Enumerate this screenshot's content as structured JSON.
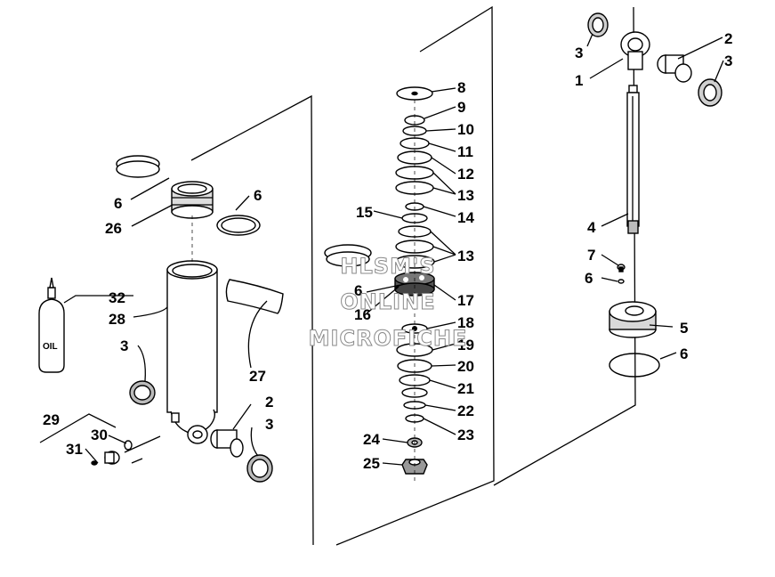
{
  "labels": {
    "l1": "1",
    "l2a": "2",
    "l3a": "3",
    "l3b": "3",
    "l4": "4",
    "l5": "5",
    "l6a": "6",
    "l6b": "6",
    "l7": "7",
    "l8": "8",
    "l9": "9",
    "l10": "10",
    "l11": "11",
    "l12": "12",
    "l13a": "13",
    "l13b": "13",
    "l14": "14",
    "l15": "15",
    "l6c": "6",
    "l16": "16",
    "l17": "17",
    "l18": "18",
    "l19": "19",
    "l20": "20",
    "l21": "21",
    "l22": "22",
    "l23": "23",
    "l24": "24",
    "l25": "25",
    "l6d": "6",
    "l6e": "6",
    "l26": "26",
    "l32": "32",
    "l28": "28",
    "l3c": "3",
    "l27": "27",
    "l2b": "2",
    "l3d": "3",
    "l29": "29",
    "l30": "30",
    "l31": "31"
  },
  "oil_label": "OIL",
  "watermark": [
    "HLSM'S",
    "ONLINE",
    "MICROFICHE"
  ],
  "colors": {
    "line": "#000000",
    "part_fill": "#ffffff",
    "shade": "#c8c8c8",
    "watermark_stroke": "#8a8a8a"
  }
}
